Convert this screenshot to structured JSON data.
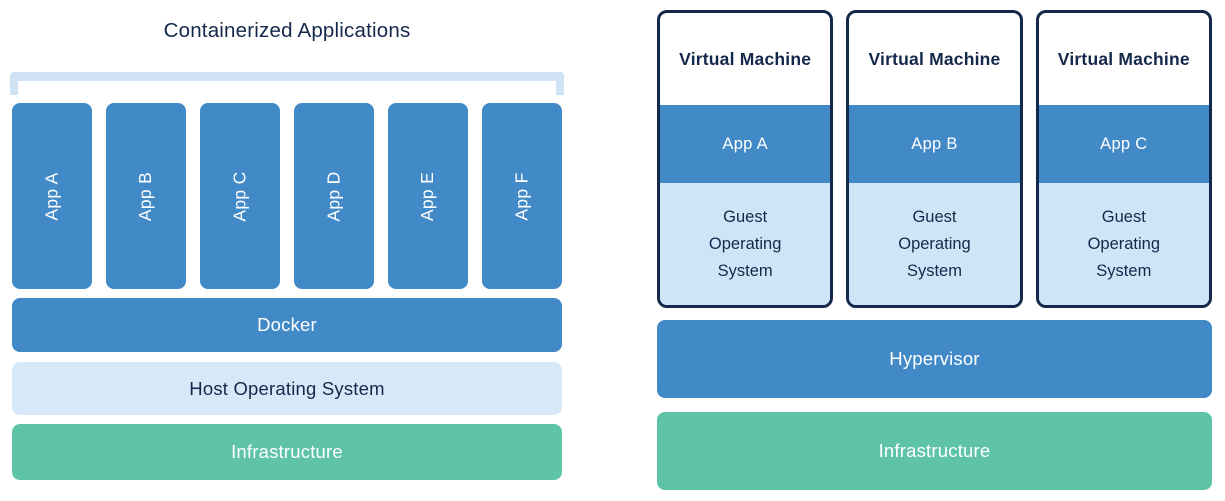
{
  "left": {
    "title": "Containerized Applications",
    "apps": [
      "App A",
      "App B",
      "App C",
      "App D",
      "App E",
      "App F"
    ],
    "docker_label": "Docker",
    "host_os_label": "Host Operating System",
    "infrastructure_label": "Infrastructure"
  },
  "right": {
    "vms": [
      {
        "title": "Virtual Machine",
        "app": "App A",
        "os": "Guest Operating System"
      },
      {
        "title": "Virtual Machine",
        "app": "App B",
        "os": "Guest Operating System"
      },
      {
        "title": "Virtual Machine",
        "app": "App C",
        "os": "Guest Operating System"
      }
    ],
    "hypervisor_label": "Hypervisor",
    "infrastructure_label": "Infrastructure"
  },
  "colors": {
    "blue": "#4289c7",
    "light_blue": "#d7e9f8",
    "guest_light_blue": "#cfe5f7",
    "green": "#5ec3a7",
    "navy": "#14284b",
    "bracket_blue": "#cfe3f4"
  }
}
